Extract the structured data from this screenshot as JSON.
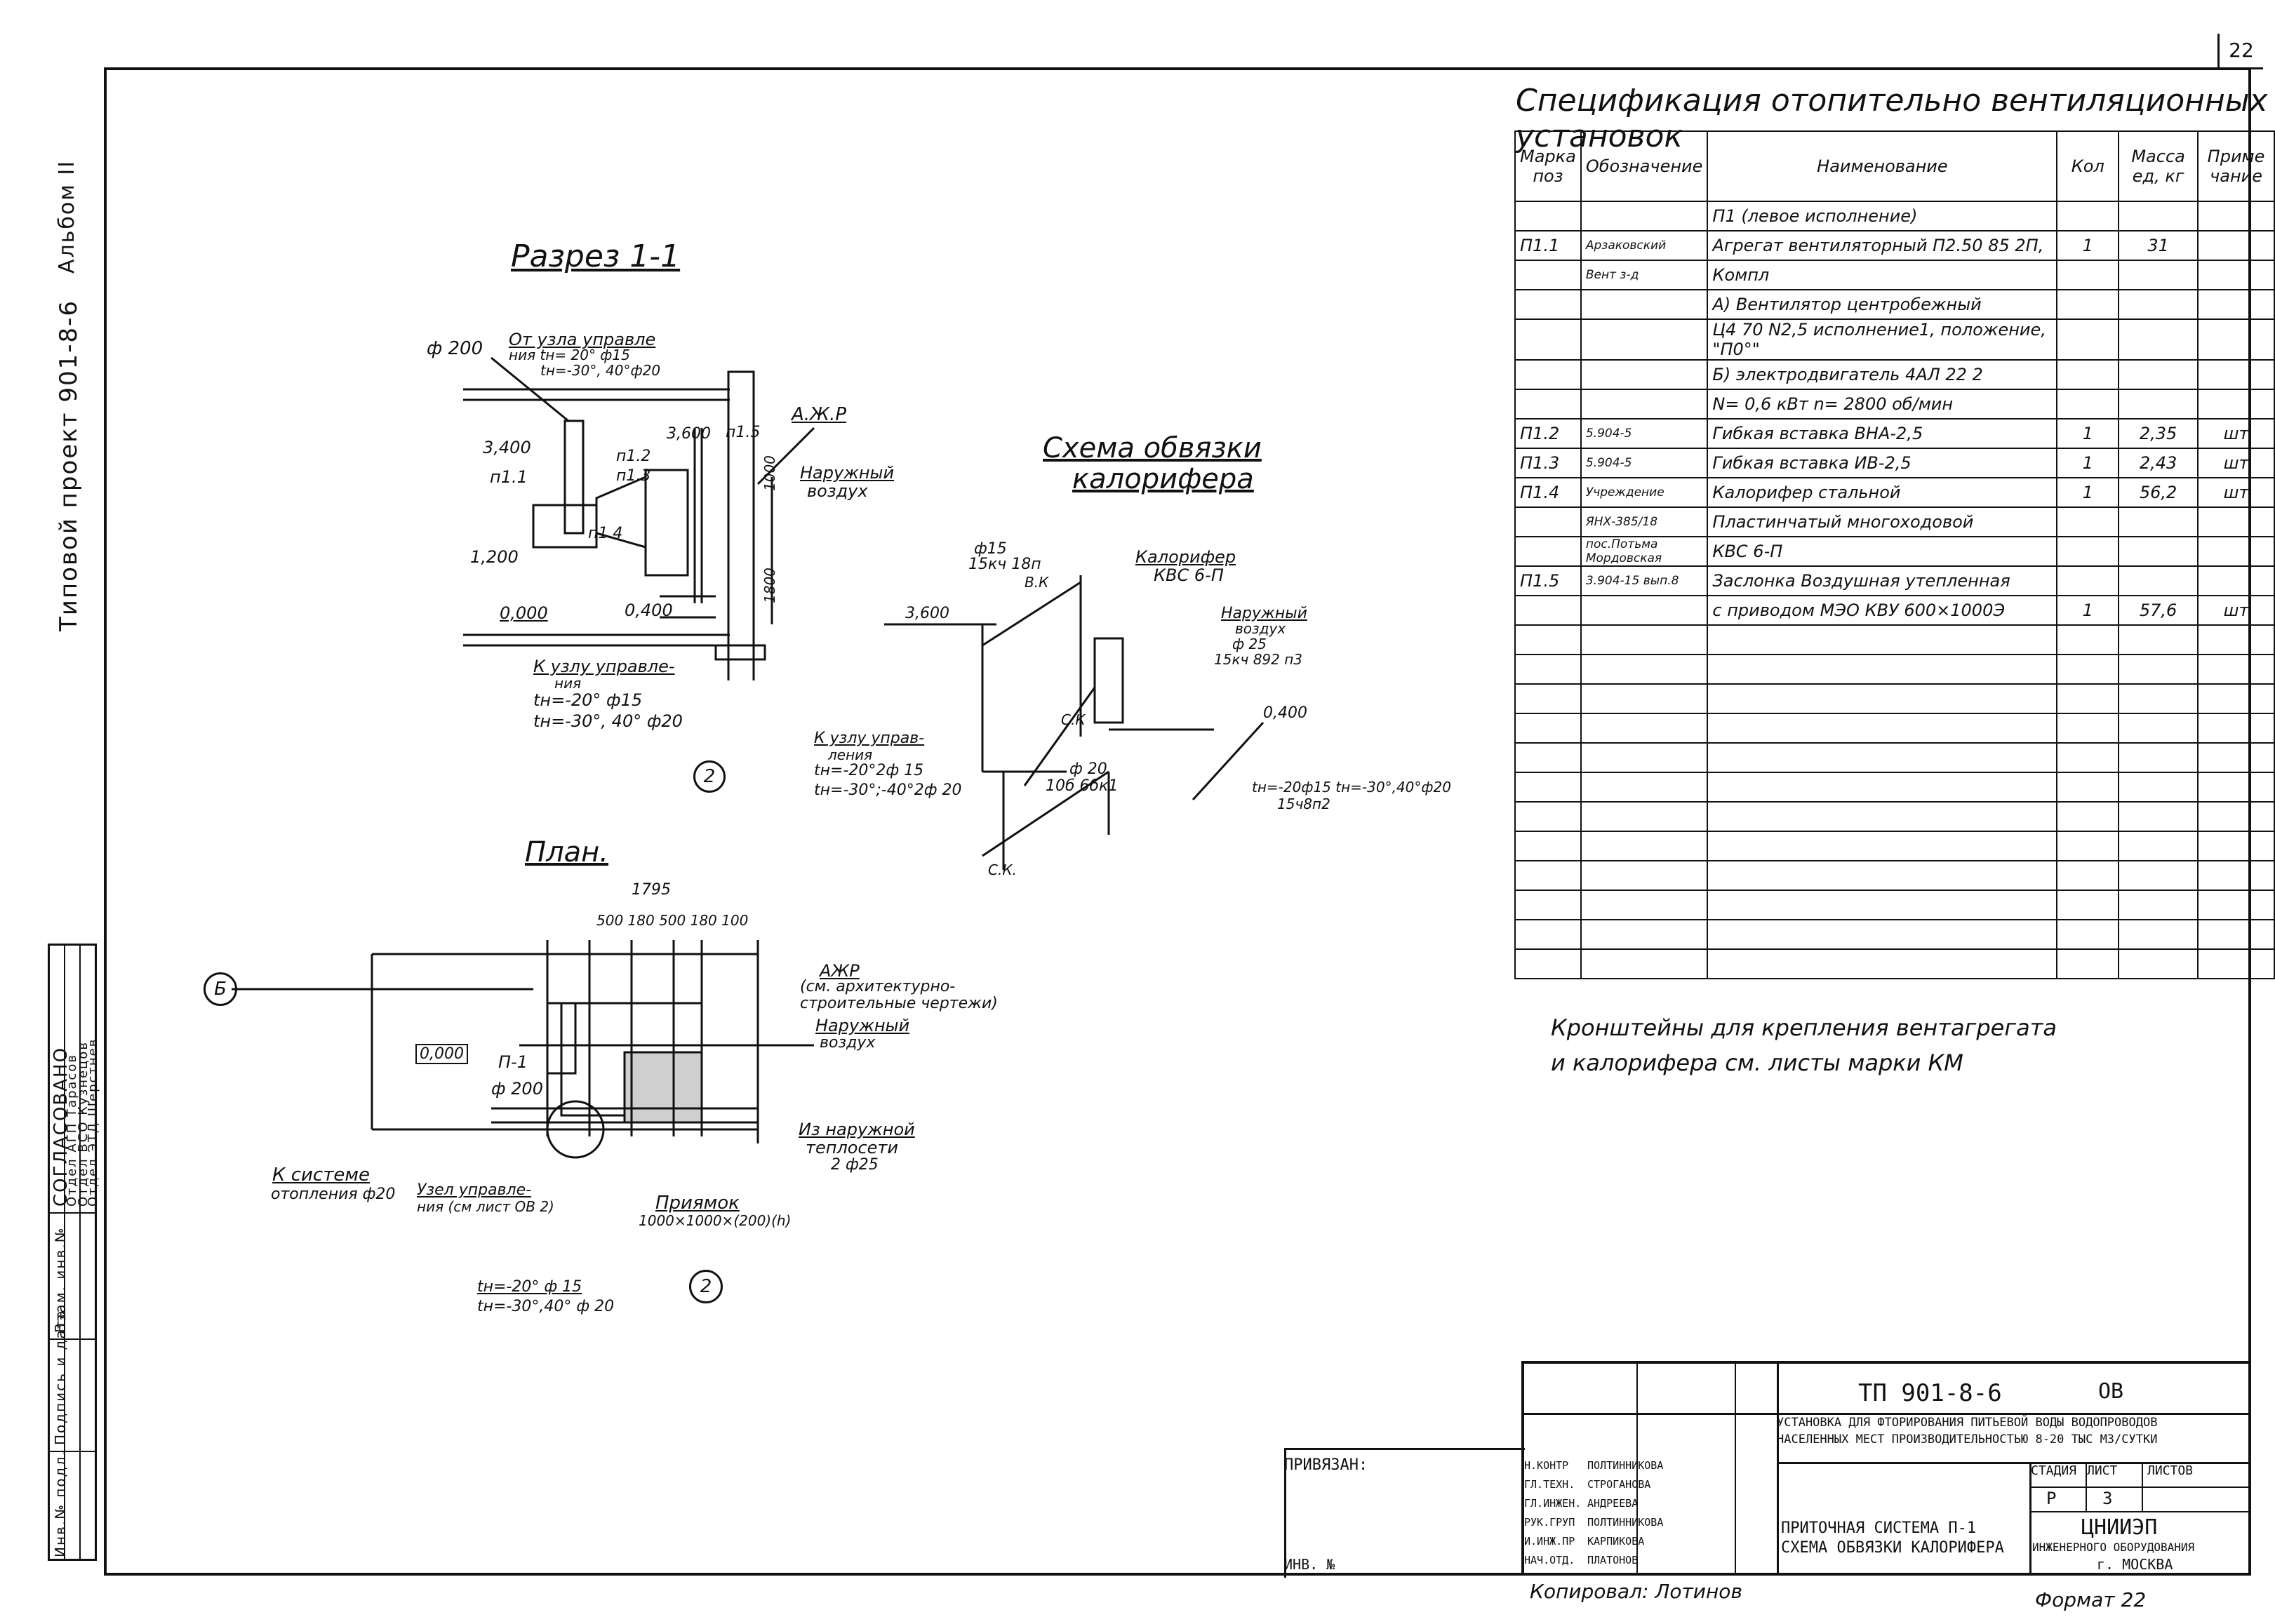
{
  "sheet_number": "22",
  "left_margin": {
    "project_label": "Типовой проект 901-8-6",
    "album_label": "Альбом II",
    "approval_header": "СОГЛАСОВАНО",
    "approvals": [
      "Отдел АГП Тарасов",
      "Отдел ВСО Кузнецов",
      "Отдел ЭТД Шерстнев"
    ],
    "inventory_labels": [
      "Инв.№ подл.",
      "Подпись и дата",
      "Взам. инв.№"
    ]
  },
  "views": {
    "section_title": "Разрез 1-1",
    "plan_title": "План.",
    "scheme_title_line1": "Схема обвязки",
    "scheme_title_line2": "калорифера"
  },
  "section_labels": {
    "d200": "ф 200",
    "from_control_1": "От узла управле",
    "from_control_2": "ния tн= 20° ф15",
    "from_control_3": "tн=-30°, 40°ф20",
    "l3400": "3,400",
    "l3600": "3,600",
    "p11": "п1.1",
    "p12": "п1.2",
    "p13": "п1.3",
    "p15": "п1.5",
    "p14": "п1.4",
    "l1200": "1,200",
    "l0000": "0,000",
    "l0400": "0,400",
    "azhr": "А.Ж.Р",
    "outside_air_1": "Наружный",
    "outside_air_2": "воздух",
    "dim1000": "1000",
    "dim1800": "1800",
    "to_control_1": "К узлу управле-",
    "to_control_2": "ния",
    "to_control_3": "tн=-20°  ф15",
    "to_control_4": "tн=-30°, 40° ф20",
    "marker": "2"
  },
  "scheme_labels": {
    "d15": "ф15",
    "valve1": "15кч 18п",
    "vk": "В.К",
    "heater_1": "Калорифер",
    "heater_2": "КВС 6-П",
    "l3600": "3,600",
    "outside_air_1": "Наружный",
    "outside_air_2": "воздух",
    "d25": "ф 25",
    "valve2": "15кч 892 п3",
    "l0400": "0,400",
    "ck": "С.К",
    "to_control_1": "К узлу управ-",
    "to_control_2": "ления",
    "to_control_3": "tн=-20°2ф 15",
    "to_control_4": "tн=-30°;-40°2ф 20",
    "d20": "ф 20",
    "valve3": "10б 6бк1",
    "temp_note": "tн=-20ф15 tн=-30°,40°ф20",
    "valve4": "15ч8п2",
    "ck2": "С.К."
  },
  "plan_labels": {
    "dim1795": "1795",
    "dims": "500 180 500 180 100",
    "azhr_1": "АЖР",
    "azhr_2": "(см. архитектурно-",
    "azhr_3": "строительные чертежи)",
    "outside_air_1": "Наружный",
    "outside_air_2": "воздух",
    "level": "0,000",
    "p1": "П-1",
    "d200": "ф 200",
    "marker_b": "Б",
    "from_heat_1": "Из наружной",
    "from_heat_2": "теплосети",
    "from_heat_3": "2 ф25",
    "to_system_1": "К системе",
    "to_system_2": "отопления ф20",
    "node_1": "Узел управле-",
    "node_2": "ния (см лист ОВ 2)",
    "pit_1": "Приямок",
    "pit_2": "1000×1000×(200)(h)",
    "temp_1": "tн=-20° ф 15",
    "temp_2": "tн=-30°,40° ф 20",
    "marker": "2"
  },
  "spec": {
    "title": "Спецификация отопительно вентиляционных установок",
    "headers": [
      "Марка поз",
      "Обозначение",
      "Наименование",
      "Кол",
      "Масса ед, кг",
      "Приме чание"
    ],
    "rows": [
      [
        "",
        "",
        "П1 (левое  исполнение)",
        "",
        "",
        ""
      ],
      [
        "П1.1",
        "Арзаковский",
        "Агрегат вентиляторный П2.50 85  2П,",
        "1",
        "31",
        ""
      ],
      [
        "",
        "Вент з-д",
        "Компл",
        "",
        "",
        ""
      ],
      [
        "",
        "",
        "А) Вентилятор центробежный",
        "",
        "",
        ""
      ],
      [
        "",
        "",
        "Ц4 70 N2,5 исполнение1, положение, \"П0°\"",
        "",
        "",
        ""
      ],
      [
        "",
        "",
        "Б) электродвигатель 4АЛ 22 2",
        "",
        "",
        ""
      ],
      [
        "",
        "",
        "N= 0,6 кВт  n= 2800 об/мин",
        "",
        "",
        ""
      ],
      [
        "П1.2",
        "5.904-5",
        "Гибкая вставка  ВНА-2,5",
        "1",
        "2,35",
        "шт"
      ],
      [
        "П1.3",
        "5.904-5",
        "Гибкая вставка  ИВ-2,5",
        "1",
        "2,43",
        "шт"
      ],
      [
        "П1.4",
        "Учреждение",
        "Калорифер  стальной",
        "1",
        "56,2",
        "шт"
      ],
      [
        "",
        "ЯНХ-385/18",
        "Пластинчатый  многоходовой",
        "",
        "",
        ""
      ],
      [
        "",
        "пос.Потьма Мордовская",
        "КВС 6-П",
        "",
        "",
        ""
      ],
      [
        "П1.5",
        "3.904-15 вып.8",
        "Заслонка Воздушная утепленная",
        "",
        "",
        ""
      ],
      [
        "",
        "",
        "с приводом  МЭО КВУ 600×1000Э",
        "1",
        "57,6",
        "шт"
      ]
    ],
    "empty_rows": 12
  },
  "note_line1": "Кронштейны для  крепления вентагрегата",
  "note_line2": "и калорифера см. листы марки  КМ",
  "title_block": {
    "code": "ТП 901-8-6",
    "mark": "ОВ",
    "description_1": "УСТАНОВКА ДЛЯ ФТОРИРОВАНИЯ ПИТЬЕВОЙ ВОДЫ ВОДОПРОВОДОВ",
    "description_2": "НАСЕЛЕННЫХ МЕСТ ПРОИЗВОДИТЕЛЬНОСТЬЮ 8-20 ТЫС М3/СУТКИ",
    "stage_label": "СТАДИЯ",
    "sheet_label": "ЛИСТ",
    "sheets_label": "ЛИСТОВ",
    "stage": "Р",
    "sheet": "3",
    "sheet_title_1": "ПРИТОЧНАЯ СИСТЕМА П-1",
    "sheet_title_2": "СХЕМА ОБВЯЗКИ КАЛОРИФЕРА",
    "org_1": "ЦНИИЭП",
    "org_2": "ИНЖЕНЕРНОГО ОБОРУДОВАНИЯ",
    "org_3": "г. МОСКВА",
    "bound": "ПРИВЯЗАН:",
    "inv": "ИНВ. №",
    "signers": [
      [
        "Н.КОНТР",
        "ПОЛТИННИКОВА"
      ],
      [
        "ГЛ.ТЕХН.",
        "СТРОГАНОВА"
      ],
      [
        "ГЛ.ИНЖЕН.",
        "АНДРЕЕВА"
      ],
      [
        "РУК.ГРУП",
        "ПОЛТИННИКОВА"
      ],
      [
        "И.ИНЖ.ПР",
        "КАРПИКОВА"
      ],
      [
        "НАЧ.ОТД.",
        "ПЛАТОНОВ"
      ]
    ]
  },
  "copied_by": "Копировал: Лотинов",
  "format": "Формат 22"
}
